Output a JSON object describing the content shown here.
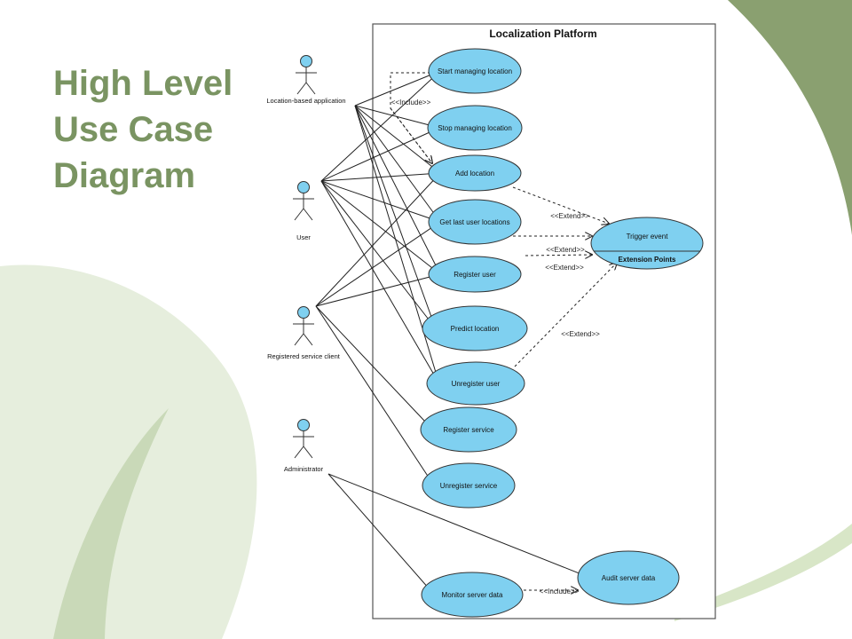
{
  "slide": {
    "title_lines": [
      "High Level",
      "Use Case",
      "Diagram"
    ]
  },
  "colors": {
    "title": "#7a9462",
    "usecase_fill": "#7fd0f0",
    "stroke": "#222222",
    "deco_green": "#8aa070",
    "deco_light": "#e6eedd"
  },
  "diagram": {
    "system_name": "Localization Platform",
    "actors": [
      {
        "id": "lba",
        "label": "Location-based application"
      },
      {
        "id": "user",
        "label": "User"
      },
      {
        "id": "rsc",
        "label": "Registered service client"
      },
      {
        "id": "admin",
        "label": "Administrator"
      }
    ],
    "use_cases": [
      {
        "id": "start",
        "label": "Start managing location"
      },
      {
        "id": "stop",
        "label": "Stop managing location"
      },
      {
        "id": "add",
        "label": "Add location"
      },
      {
        "id": "getlast",
        "label": "Get last user locations"
      },
      {
        "id": "reguser",
        "label": "Register user"
      },
      {
        "id": "predict",
        "label": "Predict location"
      },
      {
        "id": "unreguser",
        "label": "Unregister user"
      },
      {
        "id": "regservice",
        "label": "Register service"
      },
      {
        "id": "unregservice",
        "label": "Unregister service"
      },
      {
        "id": "monitor",
        "label": "Monitor server data"
      },
      {
        "id": "audit",
        "label": "Audit server data"
      },
      {
        "id": "trigger",
        "label": "Trigger event",
        "compartment": "Extension Points"
      }
    ],
    "associations": [
      [
        "lba",
        "start"
      ],
      [
        "lba",
        "stop"
      ],
      [
        "lba",
        "add"
      ],
      [
        "lba",
        "getlast"
      ],
      [
        "lba",
        "reguser"
      ],
      [
        "lba",
        "predict"
      ],
      [
        "lba",
        "unreguser"
      ],
      [
        "user",
        "start"
      ],
      [
        "user",
        "stop"
      ],
      [
        "user",
        "add"
      ],
      [
        "user",
        "getlast"
      ],
      [
        "user",
        "reguser"
      ],
      [
        "user",
        "predict"
      ],
      [
        "user",
        "unreguser"
      ],
      [
        "rsc",
        "add"
      ],
      [
        "rsc",
        "getlast"
      ],
      [
        "rsc",
        "reguser"
      ],
      [
        "rsc",
        "regservice"
      ],
      [
        "rsc",
        "unregservice"
      ],
      [
        "admin",
        "monitor"
      ],
      [
        "admin",
        "audit"
      ]
    ],
    "dependencies": [
      {
        "from": "start",
        "to": "add",
        "label": "<<Include>>"
      },
      {
        "from": "stop",
        "to": "add",
        "label": "<<Include>>"
      },
      {
        "from": "add",
        "to": "trigger",
        "label": "<<Extend>>"
      },
      {
        "from": "getlast",
        "to": "trigger",
        "label": "<<Extend>>"
      },
      {
        "from": "reguser",
        "to": "trigger",
        "label": "<<Extend>>"
      },
      {
        "from": "unreguser",
        "to": "trigger",
        "label": "<<Extend>>"
      },
      {
        "from": "monitor",
        "to": "audit",
        "label": "<<Include>>"
      }
    ]
  }
}
